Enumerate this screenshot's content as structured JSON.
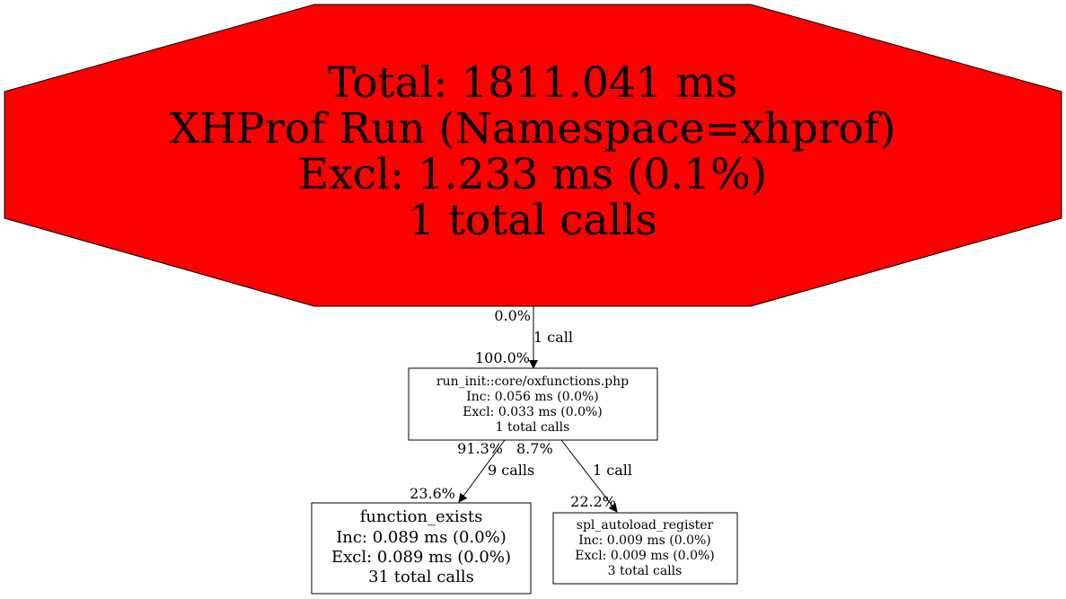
{
  "colors": {
    "root_fill": "#ff0000",
    "node_fill": "#ffffff",
    "stroke": "#000000"
  },
  "nodes": {
    "root": {
      "lines": [
        "Total: 1811.041 ms",
        "XHProf Run (Namespace=xhprof)",
        "Excl: 1.233 ms (0.1%)",
        "1 total calls"
      ]
    },
    "run_init": {
      "lines": [
        "run_init::core/oxfunctions.php",
        "Inc: 0.056 ms (0.0%)",
        "Excl: 0.033 ms (0.0%)",
        "1 total calls"
      ]
    },
    "function_exists": {
      "lines": [
        "function_exists",
        "Inc: 0.089 ms (0.0%)",
        "Excl: 0.089 ms (0.0%)",
        "31 total calls"
      ]
    },
    "spl_autoload_register": {
      "lines": [
        "spl_autoload_register",
        "Inc: 0.009 ms (0.0%)",
        "Excl: 0.009 ms (0.0%)",
        "3 total calls"
      ]
    }
  },
  "edges": [
    {
      "tail": "0.0%",
      "label": "1 call",
      "head": "100.0%"
    },
    {
      "tail": "91.3%",
      "label": "9 calls",
      "head": "23.6%"
    },
    {
      "tail": "8.7%",
      "label": "1 call",
      "head": "22.2%"
    }
  ]
}
